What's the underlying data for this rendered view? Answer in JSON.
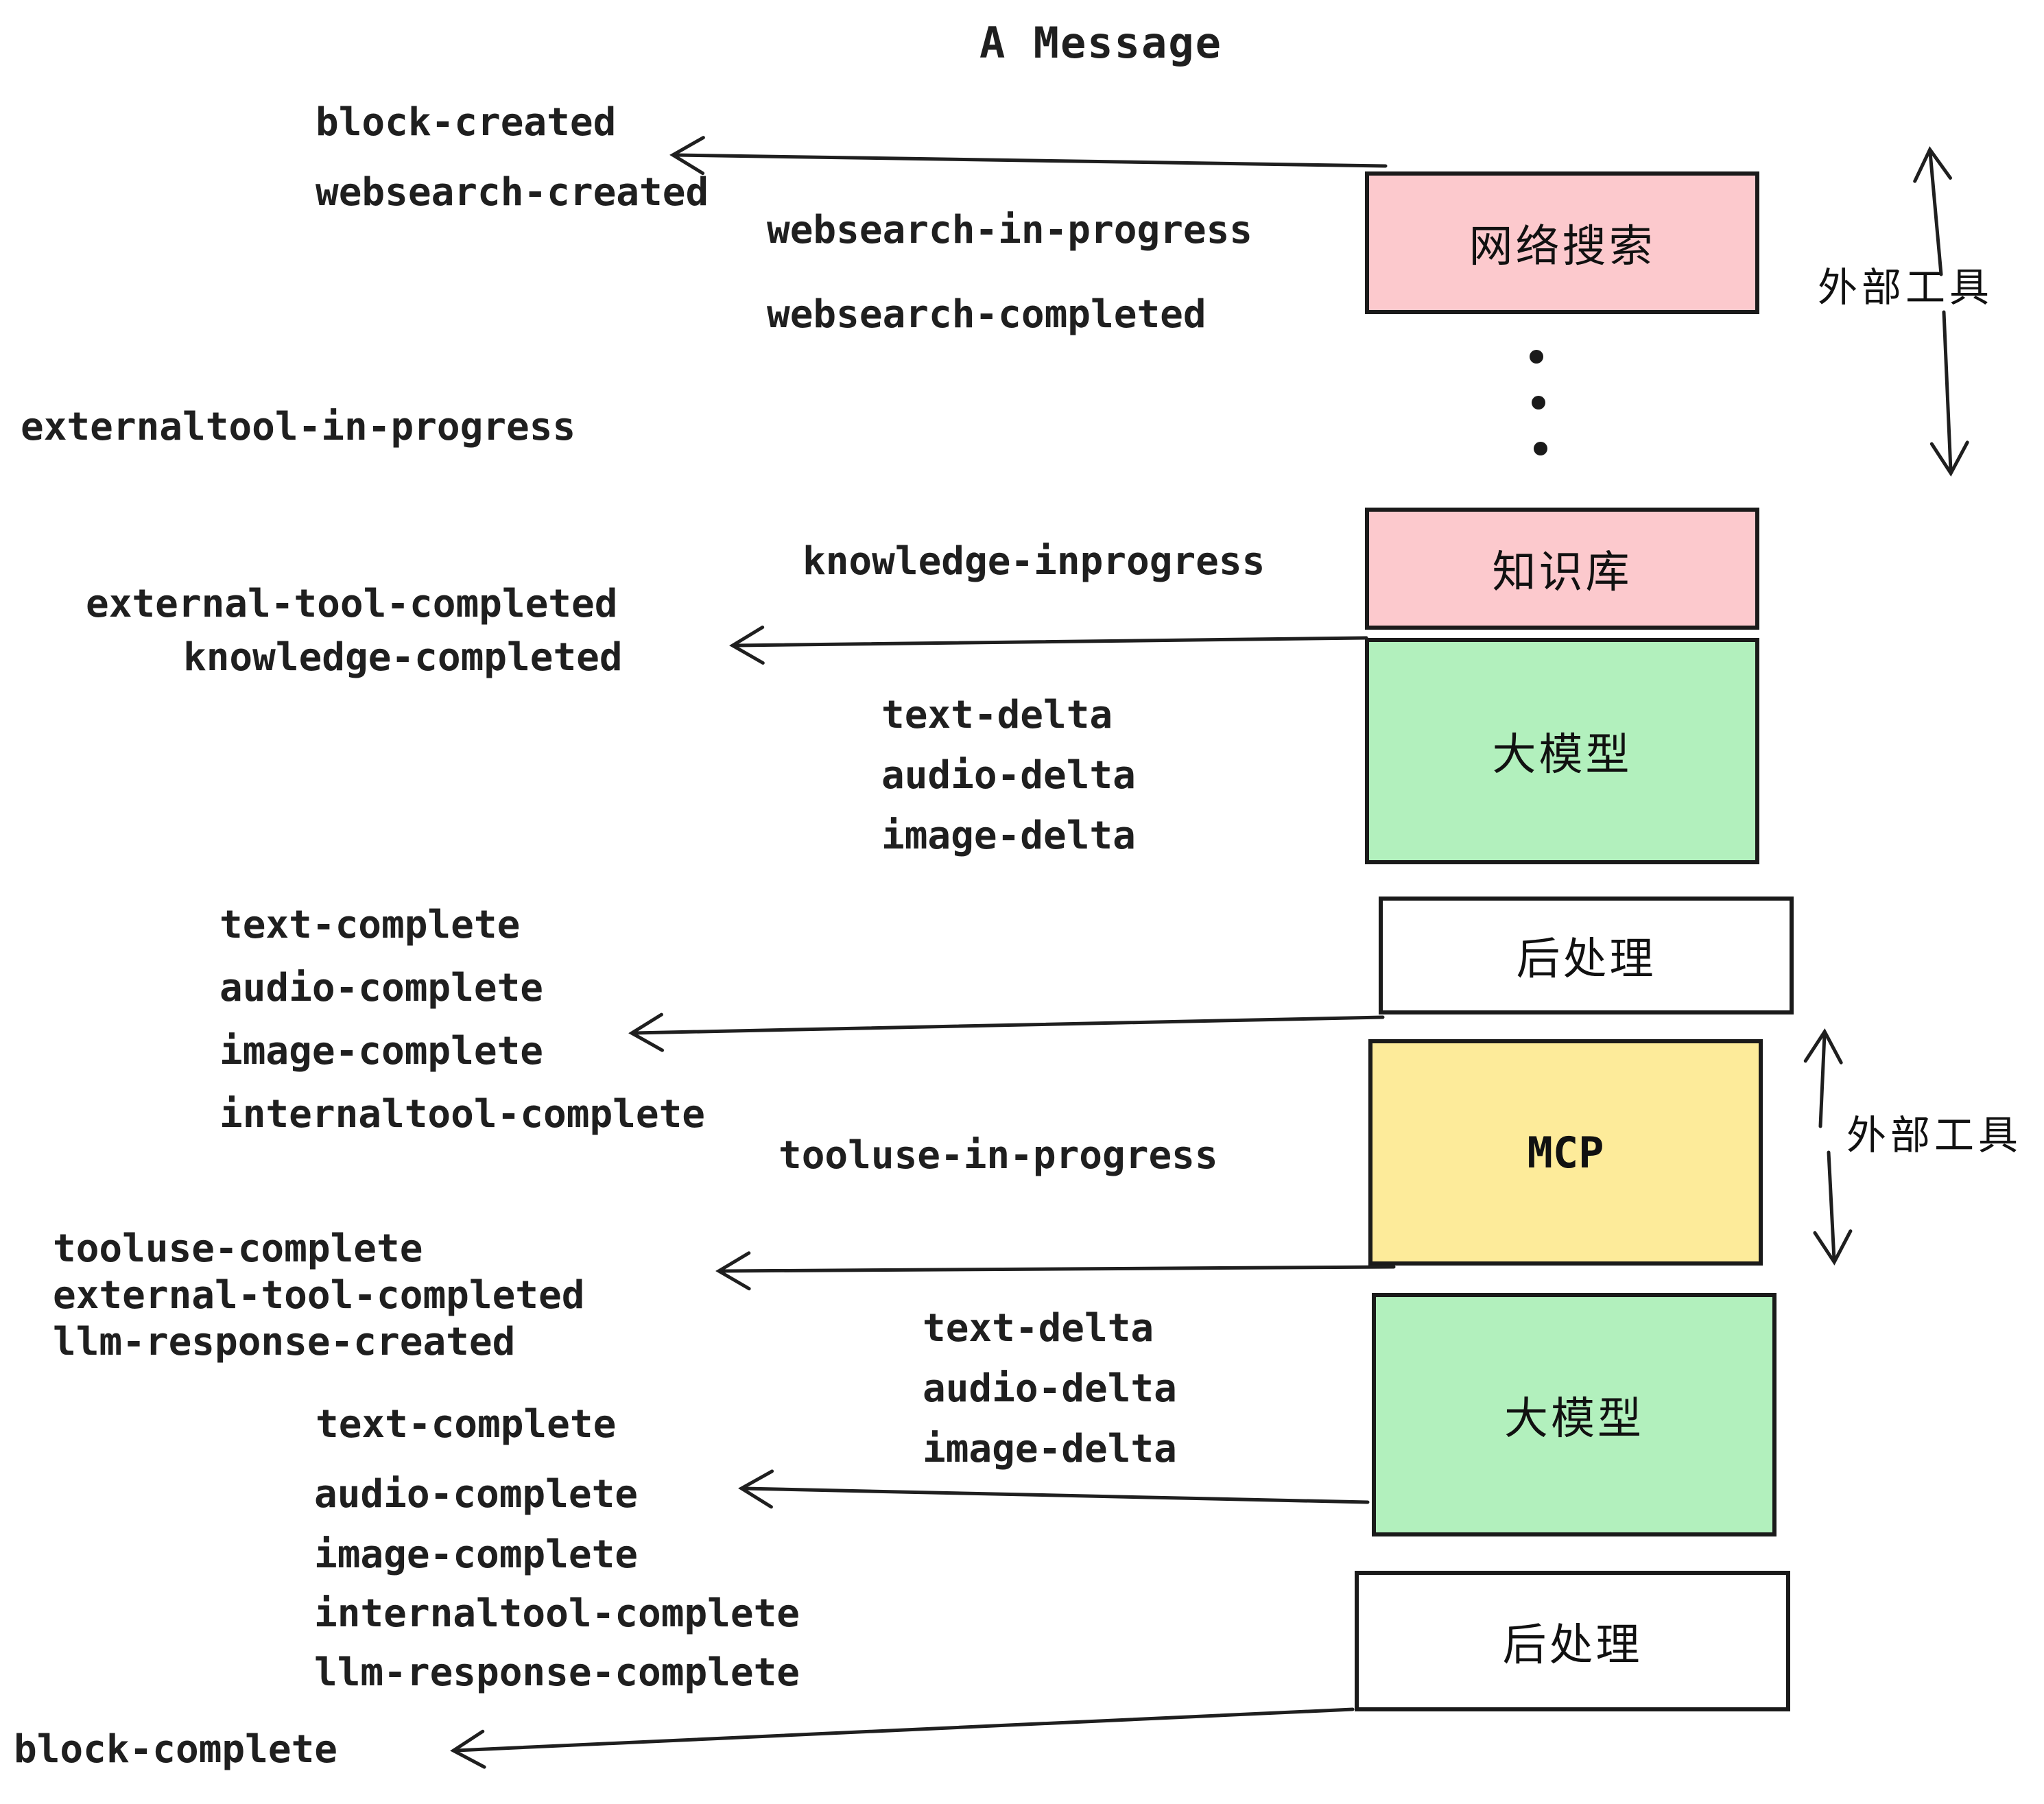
{
  "title": "A Message",
  "colors": {
    "background": "#ffffff",
    "ink": "#1f1f1f",
    "box_border": "#1a1a1a",
    "pink": "#fcc9cd",
    "green": "#b2f0bd",
    "yellow": "#fdeb9a",
    "white": "#ffffff"
  },
  "boxes": [
    {
      "id": "websearch",
      "label": "网络搜索",
      "color": "#fcc9cd"
    },
    {
      "id": "knowledge",
      "label": "知识库",
      "color": "#fcc9cd"
    },
    {
      "id": "llm-1",
      "label": "大模型",
      "color": "#b2f0bd"
    },
    {
      "id": "postprocess-1",
      "label": "后处理",
      "color": "#ffffff"
    },
    {
      "id": "mcp",
      "label": "MCP",
      "color": "#fdeb9a"
    },
    {
      "id": "llm-2",
      "label": "大模型",
      "color": "#b2f0bd"
    },
    {
      "id": "postprocess-2",
      "label": "后处理",
      "color": "#ffffff"
    }
  ],
  "side_labels": [
    {
      "text": "外部工具"
    },
    {
      "text": "外部工具"
    }
  ],
  "events": [
    {
      "text": "block-created"
    },
    {
      "text": "websearch-created"
    },
    {
      "text": "websearch-in-progress"
    },
    {
      "text": "websearch-completed"
    },
    {
      "text": "externaltool-in-progress"
    },
    {
      "text": "knowledge-inprogress"
    },
    {
      "text": "external-tool-completed"
    },
    {
      "text": "knowledge-completed"
    },
    {
      "text": "text-delta"
    },
    {
      "text": "audio-delta"
    },
    {
      "text": "image-delta"
    },
    {
      "text": "text-complete"
    },
    {
      "text": "audio-complete"
    },
    {
      "text": "image-complete"
    },
    {
      "text": "internaltool-complete"
    },
    {
      "text": "tooluse-in-progress"
    },
    {
      "text": "tooluse-complete"
    },
    {
      "text": "external-tool-completed"
    },
    {
      "text": "llm-response-created"
    },
    {
      "text": "text-complete"
    },
    {
      "text": "text-delta"
    },
    {
      "text": "audio-delta"
    },
    {
      "text": "image-delta"
    },
    {
      "text": "audio-complete"
    },
    {
      "text": "image-complete"
    },
    {
      "text": "internaltool-complete"
    },
    {
      "text": "llm-response-complete"
    },
    {
      "text": "block-complete"
    }
  ]
}
